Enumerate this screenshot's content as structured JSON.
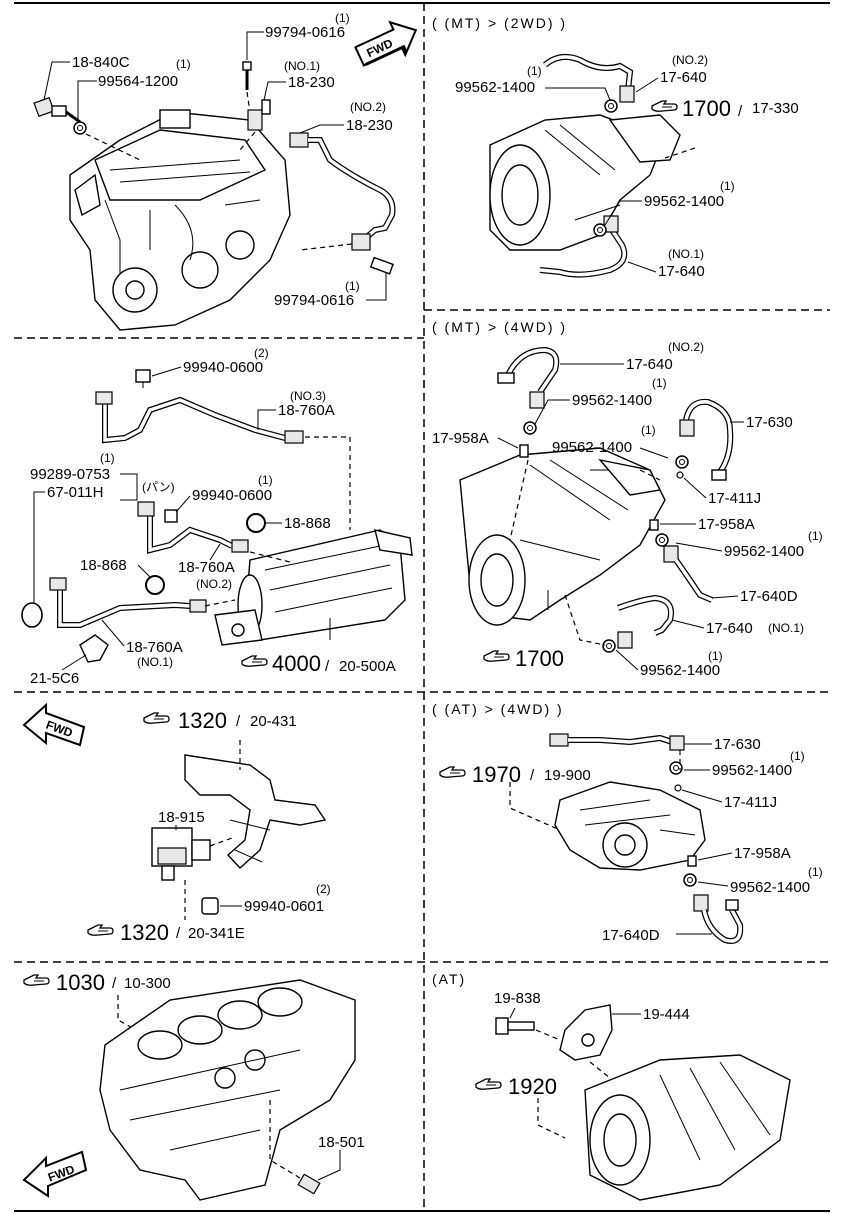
{
  "sections": {
    "engine": {
      "labels": {
        "p18_840c": "18-840C",
        "q_99564": "(1)",
        "p99564_1200": "99564-1200",
        "q_0616_top": "(1)",
        "p99794_0616_top": "99794-0616",
        "no1": "(NO.1)",
        "p18_230_a": "18-230",
        "no2": "(NO.2)",
        "p18_230_b": "18-230",
        "q_0616_bot": "(1)",
        "p99794_0616_bot": "99794-0616"
      },
      "fwd": "FWD"
    },
    "mt2wd": {
      "header": "( (MT) > (2WD) )",
      "labels": {
        "no2": "(NO.2)",
        "q1": "(1)",
        "p99562_a": "99562-1400",
        "p17_640_a": "17-640",
        "ref": "1700",
        "ref_sub": "17-330",
        "q2": "(1)",
        "p99562_b": "99562-1400",
        "no1": "(NO.1)",
        "p17_640_b": "17-640"
      }
    },
    "exhaust": {
      "labels": {
        "q_0600a": "(2)",
        "p99940_0600a": "99940-0600",
        "no3": "(NO.3)",
        "p18_760a_a": "18-760A",
        "q_0753": "(1)",
        "p99289_0753": "99289-0753",
        "p67_011h": "67-011H",
        "pan": "(パン)",
        "q_0600b": "(1)",
        "p99940_0600b": "99940-0600",
        "p18_868_a": "18-868",
        "p18_868_b": "18-868",
        "p18_760a_b": "18-760A",
        "no2": "(NO.2)",
        "p18_760a_c": "18-760A",
        "no1": "(NO.1)",
        "p21_5c6": "21-5C6",
        "ref": "4000",
        "ref_sub": "20-500A"
      }
    },
    "mt4wd": {
      "header": "( (MT) > (4WD) )",
      "labels": {
        "no2": "(NO.2)",
        "p17_640_a": "17-640",
        "q1": "(1)",
        "p99562_a": "99562-1400",
        "p17_958a_a": "17-958A",
        "p17_630": "17-630",
        "q2": "(1)",
        "p99562_b": "99562-1400",
        "p17_411j": "17-411J",
        "p17_958a_b": "17-958A",
        "q3": "(1)",
        "p99562_c": "99562-1400",
        "p17_640d": "17-640D",
        "p17_640_b": "17-640",
        "no1": "(NO.1)",
        "q4": "(1)",
        "p99562_d": "99562-1400",
        "ref": "1700"
      }
    },
    "sensor": {
      "fwd": "FWD",
      "labels": {
        "ref_top": "1320",
        "ref_top_sub": "20-431",
        "p18_915": "18-915",
        "q": "(2)",
        "p99940_0601": "99940-0601",
        "ref_bot": "1320",
        "ref_bot_sub": "20-341E"
      }
    },
    "at4wd": {
      "header": "( (AT) > (4WD) )",
      "labels": {
        "p17_630": "17-630",
        "q1": "(1)",
        "p99562_a": "99562-1400",
        "ref": "1970",
        "ref_sub": "19-900",
        "p17_411j": "17-411J",
        "p17_958a": "17-958A",
        "q2": "(1)",
        "p99562_b": "99562-1400",
        "p17_640d": "17-640D"
      }
    },
    "block": {
      "fwd": "FWD",
      "labels": {
        "ref": "1030",
        "ref_sub": "10-300",
        "p18_501": "18-501"
      }
    },
    "at": {
      "header": "(AT)",
      "labels": {
        "p19_838": "19-838",
        "p19_444": "19-444",
        "ref": "1920"
      }
    }
  }
}
